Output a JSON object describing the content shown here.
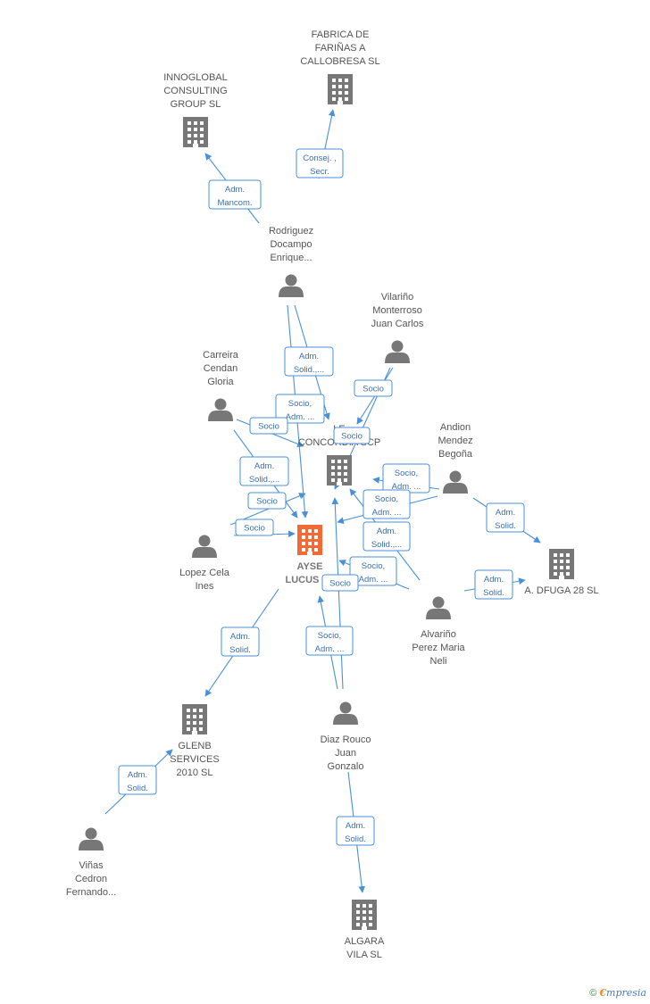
{
  "nodes": [
    {
      "id": "fabrica",
      "type": "company",
      "lines": [
        "FABRICA DE",
        "FARIÑAS A",
        "CALLOBRESA SL"
      ]
    },
    {
      "id": "innoglobal",
      "type": "company",
      "lines": [
        "INNOGLOBAL",
        "CONSULTING",
        "GROUP SL"
      ]
    },
    {
      "id": "rodriguez",
      "type": "person",
      "lines": [
        "Rodriguez",
        "Docampo",
        "Enrique..."
      ]
    },
    {
      "id": "vilarino",
      "type": "person",
      "lines": [
        "Vilariño",
        "Monterroso",
        "Juan Carlos"
      ]
    },
    {
      "id": "carreira",
      "type": "person",
      "lines": [
        "Carreira",
        "Cendan",
        "Gloria"
      ]
    },
    {
      "id": "andion",
      "type": "person",
      "lines": [
        "Andion",
        "Mendez",
        "Begoña"
      ]
    },
    {
      "id": "concordia",
      "type": "company",
      "lines": [
        "LE",
        "CONCORDIA SCP"
      ]
    },
    {
      "id": "ayse",
      "type": "focus",
      "lines": [
        "AYSE",
        "LUCUS SL"
      ]
    },
    {
      "id": "lopez",
      "type": "person",
      "lines": [
        "Lopez Cela",
        "Ines"
      ]
    },
    {
      "id": "dfuga",
      "type": "company",
      "lines": [
        "A.  DFUGA 28 SL"
      ]
    },
    {
      "id": "alvarino",
      "type": "person",
      "lines": [
        "Alvariño",
        "Perez Maria",
        "Neli"
      ]
    },
    {
      "id": "glenb",
      "type": "company",
      "lines": [
        "GLENB",
        "SERVICES",
        "2010 SL"
      ]
    },
    {
      "id": "diaz",
      "type": "person",
      "lines": [
        "Diaz Rouco",
        "Juan",
        "Gonzalo"
      ]
    },
    {
      "id": "vinas",
      "type": "person",
      "lines": [
        "Viñas",
        "Cedron",
        "Fernando..."
      ]
    },
    {
      "id": "algara",
      "type": "company",
      "lines": [
        "ALGARA",
        "VILA SL"
      ]
    }
  ],
  "edges": [
    {
      "from": "rodriguez",
      "to": "fabrica",
      "lines": [
        "Consej. ,",
        "Secr."
      ]
    },
    {
      "from": "rodriguez",
      "to": "innoglobal",
      "lines": [
        "Adm.",
        "Mancom."
      ]
    },
    {
      "from": "rodriguez",
      "to": "concordia",
      "lines": [
        "Adm.",
        "Solid.,..."
      ]
    },
    {
      "from": "rodriguez",
      "to": "ayse",
      "lines": [
        "Socio,",
        "Adm. ..."
      ]
    },
    {
      "from": "vilarino",
      "to": "concordia",
      "lines": [
        "Socio"
      ]
    },
    {
      "from": "vilarino",
      "to": "ayse",
      "lines": [
        "Socio"
      ]
    },
    {
      "from": "carreira",
      "to": "concordia",
      "lines": [
        "Socio"
      ]
    },
    {
      "from": "carreira",
      "to": "ayse",
      "lines": [
        "Adm.",
        "Solid.,..."
      ]
    },
    {
      "from": "lopez",
      "to": "concordia",
      "lines": [
        "Socio"
      ]
    },
    {
      "from": "lopez",
      "to": "ayse",
      "lines": [
        "Socio"
      ]
    },
    {
      "from": "andion",
      "to": "concordia",
      "lines": [
        "Socio,",
        "Adm. ..."
      ]
    },
    {
      "from": "andion",
      "to": "ayse",
      "lines": [
        "Socio,",
        "Adm. ..."
      ]
    },
    {
      "from": "andion",
      "to": "dfuga",
      "lines": [
        "Adm.",
        "Solid."
      ]
    },
    {
      "from": "alvarino",
      "to": "concordia",
      "lines": [
        "Adm.",
        "Solid.,..."
      ]
    },
    {
      "from": "alvarino",
      "to": "ayse",
      "lines": [
        "Socio,",
        "Adm. ..."
      ]
    },
    {
      "from": "alvarino",
      "to": "dfuga",
      "lines": [
        "Adm.",
        "Solid."
      ]
    },
    {
      "from": "diaz",
      "to": "ayse",
      "lines": [
        "Socio,",
        "Adm. ..."
      ]
    },
    {
      "from": "diaz",
      "to": "concordia",
      "lines": [
        "Socio"
      ]
    },
    {
      "from": "diaz",
      "to": "algara",
      "lines": [
        "Adm.",
        "Solid."
      ]
    },
    {
      "from": "ayse",
      "to": "glenb",
      "lines": [
        "Adm.",
        "Solid."
      ]
    },
    {
      "from": "vinas",
      "to": "glenb",
      "lines": [
        "Adm.",
        "Solid."
      ]
    }
  ],
  "colors": {
    "company": "#777777",
    "person": "#777777",
    "focus": "#f26a36",
    "edge": "#4a90d9"
  },
  "footer": {
    "copyright": "©",
    "brand_initial": "€",
    "brand_rest": "mpresia"
  }
}
